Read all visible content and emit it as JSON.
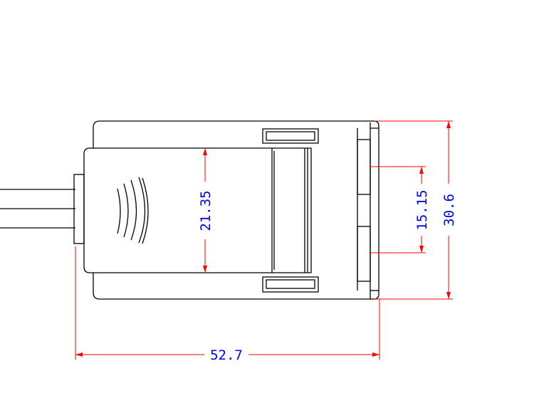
{
  "colors": {
    "background": "#ffffff",
    "outline": "#000000",
    "dimension_line": "#ff0000",
    "dimension_text": "#0000ff"
  },
  "dimensions": {
    "inner_height": "21.35",
    "contact_span": "15.15",
    "overall_height": "30.6",
    "overall_length": "52.7"
  }
}
